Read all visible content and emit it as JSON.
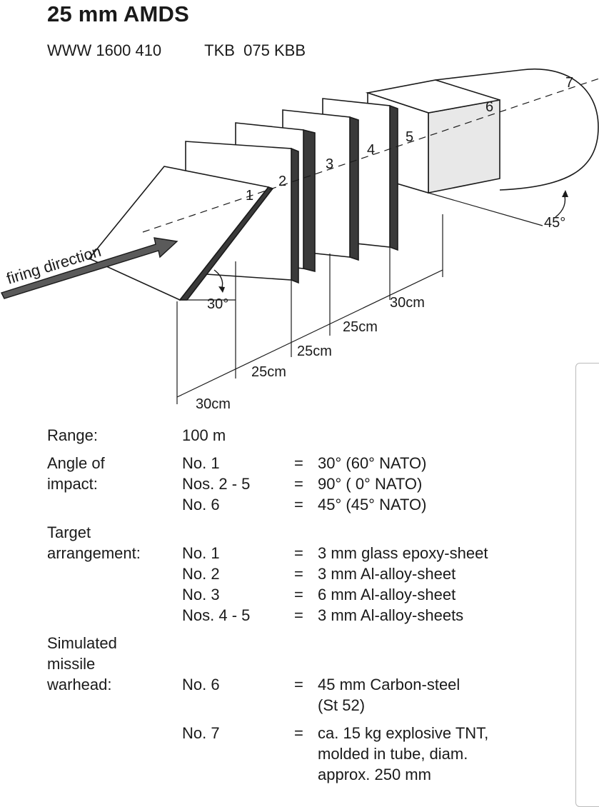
{
  "header": {
    "title": "25 mm AMDS",
    "code_left": "WWW 1600 410",
    "code_right": "TKB  075 KBB"
  },
  "diagram": {
    "firing_direction": "firing direction",
    "plates": [
      "1",
      "2",
      "3",
      "4",
      "5",
      "6",
      "7"
    ],
    "angle_plate1": "30°",
    "angle_plate6": "45°",
    "dimensions": [
      "30cm",
      "25cm",
      "25cm",
      "25cm",
      "30cm"
    ]
  },
  "spec": {
    "range_label": "Range:",
    "range_value": "100 m",
    "angle_label_1": "Angle of",
    "angle_label_2": "impact:",
    "angle_rows": [
      {
        "no": "No.  1",
        "eq": "=",
        "val": "30° (60° NATO)"
      },
      {
        "no": "Nos. 2 - 5",
        "eq": "=",
        "val": "90° (  0° NATO)"
      },
      {
        "no": "No.  6",
        "eq": "=",
        "val": "45° (45° NATO)"
      }
    ],
    "target_label_1": "Target",
    "target_label_2": "arrangement:",
    "target_rows": [
      {
        "no": "No.  1",
        "eq": "=",
        "val": "3 mm glass epoxy-sheet"
      },
      {
        "no": "No.  2",
        "eq": "=",
        "val": "3 mm Al-alloy-sheet"
      },
      {
        "no": "No.  3",
        "eq": "=",
        "val": "6 mm Al-alloy-sheet"
      },
      {
        "no": "Nos. 4 - 5",
        "eq": "=",
        "val": "3 mm Al-alloy-sheets"
      }
    ],
    "warhead_label_1": "Simulated",
    "warhead_label_2": "missile",
    "warhead_label_3": "warhead:",
    "warhead_rows": [
      {
        "no": "No.  6",
        "eq": "=",
        "val_1": "45 mm Carbon-steel",
        "val_2": "(St 52)"
      },
      {
        "no": "No.  7",
        "eq": "=",
        "val_1": "ca. 15 kg explosive TNT,",
        "val_2": "molded in tube, diam.",
        "val_3": "approx. 250 mm"
      }
    ]
  }
}
